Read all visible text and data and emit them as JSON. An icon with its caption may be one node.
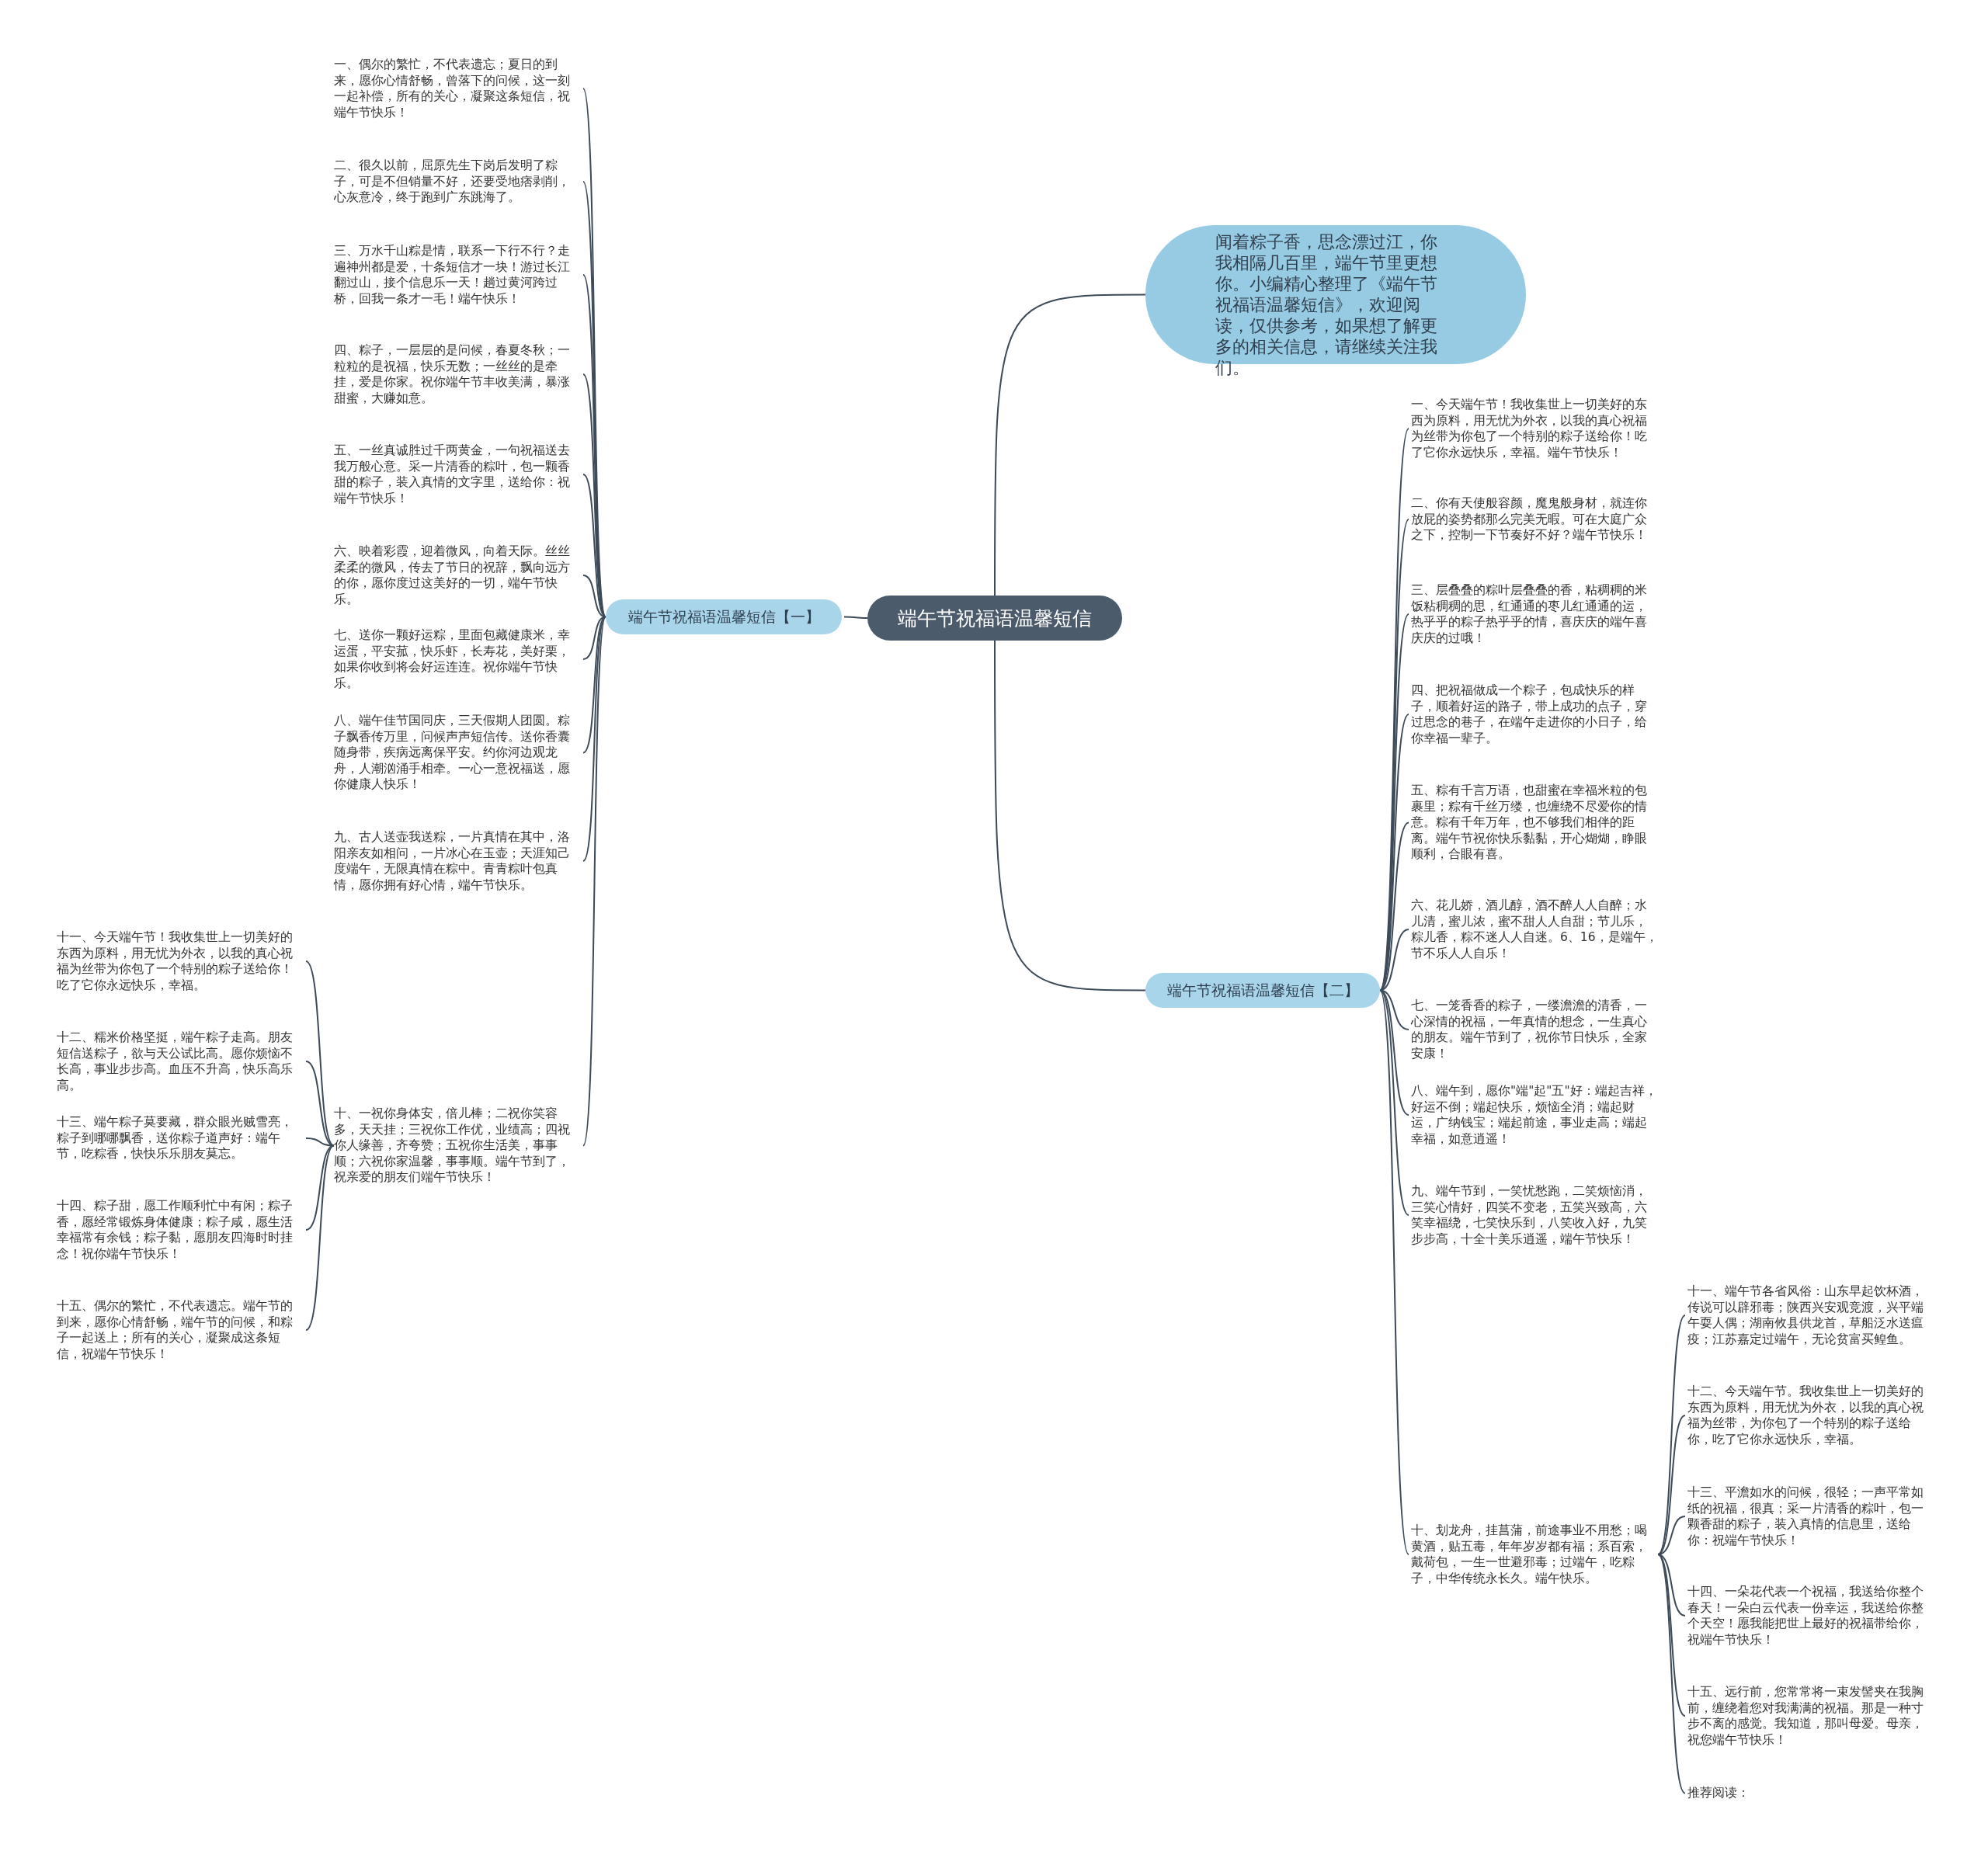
{
  "diagram": {
    "nodes": [
      {
        "text": [
          "端午节祝福语温馨短信"
        ]
      },
      {
        "text": [
          "闻着粽子香，思念漂过江，你我相隔几百里，端午节里更想你。小编精心整理了《端午节祝福语温馨短信》，欢迎阅读，仅供参考，如果想了解更多的相关信息，请继续关注我们。"
        ]
      },
      {
        "text": [
          "端午节祝福语温馨短信【一】"
        ]
      },
      {
        "text": [
          "一、偶尔的繁忙，不代表遗忘；夏日的到来，愿你心情舒畅，曾落下的问候，这一刻一起补偿，所有的关心，凝聚这条短信，祝端午节快乐！"
        ]
      },
      {
        "text": [
          "二、很久以前，屈原先生下岗后发明了粽子，可是不但销量不好，还要受地痞剥削，心灰意冷，终于跑到广东跳海了。"
        ]
      },
      {
        "text": [
          "三、万水千山粽是情，联系一下行不行？走遍神州都是爱，十条短信才一块！游过长江翻过山，接个信息乐一天！趟过黄河跨过桥，回我一条才一毛！端午快乐！"
        ]
      },
      {
        "text": [
          "四、粽子，一层层的是问候，春夏冬秋；一粒粒的是祝福，快乐无数；一丝丝的是牵挂，爱是你家。祝你端午节丰收美满，暴涨甜蜜，大赚如意。"
        ]
      },
      {
        "text": [
          "五、一丝真诚胜过千两黄金，一句祝福送去我万般心意。采一片清香的粽叶，包一颗香甜的粽子，装入真情的文字里，送给你：祝端午节快乐！"
        ]
      },
      {
        "text": [
          "六、映着彩霞，迎着微风，向着天际。丝丝柔柔的微风，传去了节日的祝辞，飘向远方的你，愿你度过这美好的一切，端午节快乐。"
        ]
      },
      {
        "text": [
          "七、送你一颗好运粽，里面包藏健康米，幸运蛋，平安菰，快乐虾，长寿花，美好栗，如果你收到将会好运连连。祝你端午节快乐。"
        ]
      },
      {
        "text": [
          "八、端午佳节国同庆，三天假期人团圆。粽子飘香传万里，问候声声短信传。送你香囊随身带，疾病远离保平安。约你河边观龙舟，人潮汹涌手相牵。一心一意祝福送，愿你健康人快乐！"
        ]
      },
      {
        "text": [
          "九、古人送壶我送粽，一片真情在其中，洛阳亲友如相问，一片冰心在玉壶；天涯知己度端午，无限真情在粽中。青青粽叶包真情，愿你拥有好心情，端午节快乐。"
        ]
      },
      {
        "text": [
          "十、一祝你身体安，倍儿棒；二祝你笑容多，天天挂；三祝你工作优，业绩高；四祝你人缘善，齐夸赞；五祝你生活美，事事顺；六祝你家温馨，事事顺。端午节到了，祝亲爱的朋友们端午节快乐！"
        ]
      },
      {
        "text": [
          "十一、今天端午节！我收集世上一切美好的东西为原料，用无忧为外衣，以我的真心祝福为丝带为你包了一个特别的粽子送给你！吃了它你永远快乐，幸福。"
        ]
      },
      {
        "text": [
          "十二、糯米价格坚挺，端午粽子走高。朋友短信送粽子，欲与天公试比高。愿你烦恼不长高，事业步步高。血压不升高，快乐高乐高。"
        ]
      },
      {
        "text": [
          "十三、端午粽子莫要藏，群众眼光贼雪亮，粽子到哪哪飘香，送你粽子道声好：端午节，吃粽香，快快乐乐朋友莫忘。"
        ]
      },
      {
        "text": [
          "十四、粽子甜，愿工作顺利忙中有闲；粽子香，愿经常锻炼身体健康；粽子咸，愿生活幸福常有余钱；粽子黏，愿朋友四海时时挂念！祝你端午节快乐！"
        ]
      },
      {
        "text": [
          "十五、偶尔的繁忙，不代表遗忘。端午节的到来，愿你心情舒畅，端午节的问候，和粽子一起送上；所有的关心，凝聚成这条短信，祝端午节快乐！"
        ]
      },
      {
        "text": [
          "端午节祝福语温馨短信【二】"
        ]
      },
      {
        "text": [
          "一、今天端午节！我收集世上一切美好的东西为原料，用无忧为外衣，以我的真心祝福为丝带为你包了一个特别的粽子送给你！吃了它你永远快乐，幸福。端午节快乐！"
        ]
      },
      {
        "text": [
          "二、你有天使般容颜，魔鬼般身材，就连你放屁的姿势都那么完美无暇。可在大庭广众之下，控制一下节奏好不好？端午节快乐！"
        ]
      },
      {
        "text": [
          "三、层叠叠的粽叶层叠叠的香，粘稠稠的米饭粘稠稠的思，红通通的枣儿红通通的运，热乎乎的粽子热乎乎的情，喜庆庆的端午喜庆庆的过哦！"
        ]
      },
      {
        "text": [
          "四、把祝福做成一个粽子，包成快乐的样子，顺着好运的路子，带上成功的点子，穿过思念的巷子，在端午走进你的小日子，给你幸福一辈子。"
        ]
      },
      {
        "text": [
          "五、粽有千言万语，也甜蜜在幸福米粒的包裹里；粽有千丝万缕，也缠绕不尽爱你的情意。粽有千年万年，也不够我们相伴的距离。端午节祝你快乐黏黏，开心煳煳，睁眼顺利，合眼有喜。"
        ]
      },
      {
        "text": [
          "六、花儿娇，酒儿醇，酒不醉人人自醉；水儿清，蜜儿浓，蜜不甜人人自甜；节儿乐，粽儿香，粽不迷人人自迷。6、16，是端午，节不乐人人自乐！"
        ]
      },
      {
        "text": [
          "七、一笼香香的粽子，一缕澹澹的清香，一心深情的祝福，一年真情的想念，一生真心的朋友。端午节到了，祝你节日快乐，全家安康！"
        ]
      },
      {
        "text": [
          "八、端午到，愿你\"端\"起\"五\"好：端起吉祥，好运不倒；端起快乐，烦恼全消；端起财运，广纳钱宝；端起前途，事业走高；端起幸福，如意逍遥！"
        ]
      },
      {
        "text": [
          "九、端午节到，一笑忧愁跑，二笑烦恼消，三笑心情好，四笑不变老，五笑兴致高，六笑幸福绕，七笑快乐到，八笑收入好，九笑步步高，十全十美乐逍遥，端午节快乐！"
        ]
      },
      {
        "text": [
          "十、划龙舟，挂菖蒲，前途事业不用愁；喝黄酒，贴五毒，年年岁岁都有福；系百索，戴荷包，一生一世避邪毒；过端午，吃粽子，中华传统永长久。端午快乐。"
        ]
      },
      {
        "text": [
          "十一、端午节各省风俗：山东早起饮杯酒，传说可以辟邪毒；陕西兴安观竞渡，兴平端午耍人偶；湖南攸县供龙首，草船泛水送瘟疫；江苏嘉定过端午，无论贫富买鳇鱼。"
        ]
      },
      {
        "text": [
          "十二、今天端午节。我收集世上一切美好的东西为原料，用无忧为外衣，以我的真心祝福为丝带，为你包了一个特别的粽子送给你，吃了它你永远快乐，幸福。"
        ]
      },
      {
        "text": [
          "十三、平澹如水的问候，很轻；一声平常如纸的祝福，很真；采一片清香的粽叶，包一颗香甜的粽子，装入真情的信息里，送给你：祝端午节快乐！"
        ]
      },
      {
        "text": [
          "十四、一朵花代表一个祝福，我送给你整个春天！一朵白云代表一份幸运，我送给你整个天空！愿我能把世上最好的祝福带给你，祝端午节快乐！"
        ]
      },
      {
        "text": [
          "十五、远行前，您常常将一束发髻夹在我胸前，缠绕着您对我满满的祝福。那是一种寸步不离的感觉。我知道，那叫母爱。母亲，祝您端午节快乐！"
        ]
      },
      {
        "text": [
          "推荐阅读："
        ]
      }
    ],
    "edges": [
      {
        "from": 0,
        "to": 1,
        "arrow": "none"
      },
      {
        "from": 0,
        "to": 2,
        "arrow": "none"
      },
      {
        "from": 2,
        "to": 3,
        "arrow": "none"
      },
      {
        "from": 2,
        "to": 4,
        "arrow": "none"
      },
      {
        "from": 2,
        "to": 5,
        "arrow": "none"
      },
      {
        "from": 2,
        "to": 6,
        "arrow": "none"
      },
      {
        "from": 2,
        "to": 7,
        "arrow": "none"
      },
      {
        "from": 2,
        "to": 8,
        "arrow": "none"
      },
      {
        "from": 2,
        "to": 9,
        "arrow": "none"
      },
      {
        "from": 2,
        "to": 10,
        "arrow": "none"
      },
      {
        "from": 2,
        "to": 11,
        "arrow": "none"
      },
      {
        "from": 2,
        "to": 12,
        "arrow": "none"
      },
      {
        "from": 12,
        "to": 13,
        "arrow": "none"
      },
      {
        "from": 12,
        "to": 14,
        "arrow": "none"
      },
      {
        "from": 12,
        "to": 15,
        "arrow": "none"
      },
      {
        "from": 12,
        "to": 16,
        "arrow": "none"
      },
      {
        "from": 12,
        "to": 17,
        "arrow": "none"
      },
      {
        "from": 0,
        "to": 18,
        "arrow": "none"
      },
      {
        "from": 18,
        "to": 19,
        "arrow": "none"
      },
      {
        "from": 18,
        "to": 20,
        "arrow": "none"
      },
      {
        "from": 18,
        "to": 21,
        "arrow": "none"
      },
      {
        "from": 18,
        "to": 22,
        "arrow": "none"
      },
      {
        "from": 18,
        "to": 23,
        "arrow": "none"
      },
      {
        "from": 18,
        "to": 24,
        "arrow": "none"
      },
      {
        "from": 18,
        "to": 25,
        "arrow": "none"
      },
      {
        "from": 18,
        "to": 26,
        "arrow": "none"
      },
      {
        "from": 18,
        "to": 27,
        "arrow": "none"
      },
      {
        "from": 18,
        "to": 28,
        "arrow": "none"
      },
      {
        "from": 28,
        "to": 29,
        "arrow": "none"
      },
      {
        "from": 28,
        "to": 30,
        "arrow": "none"
      },
      {
        "from": 28,
        "to": 31,
        "arrow": "none"
      },
      {
        "from": 28,
        "to": 32,
        "arrow": "none"
      },
      {
        "from": 28,
        "to": 33,
        "arrow": "none"
      },
      {
        "from": 28,
        "to": 34,
        "arrow": "none"
      }
    ]
  }
}
